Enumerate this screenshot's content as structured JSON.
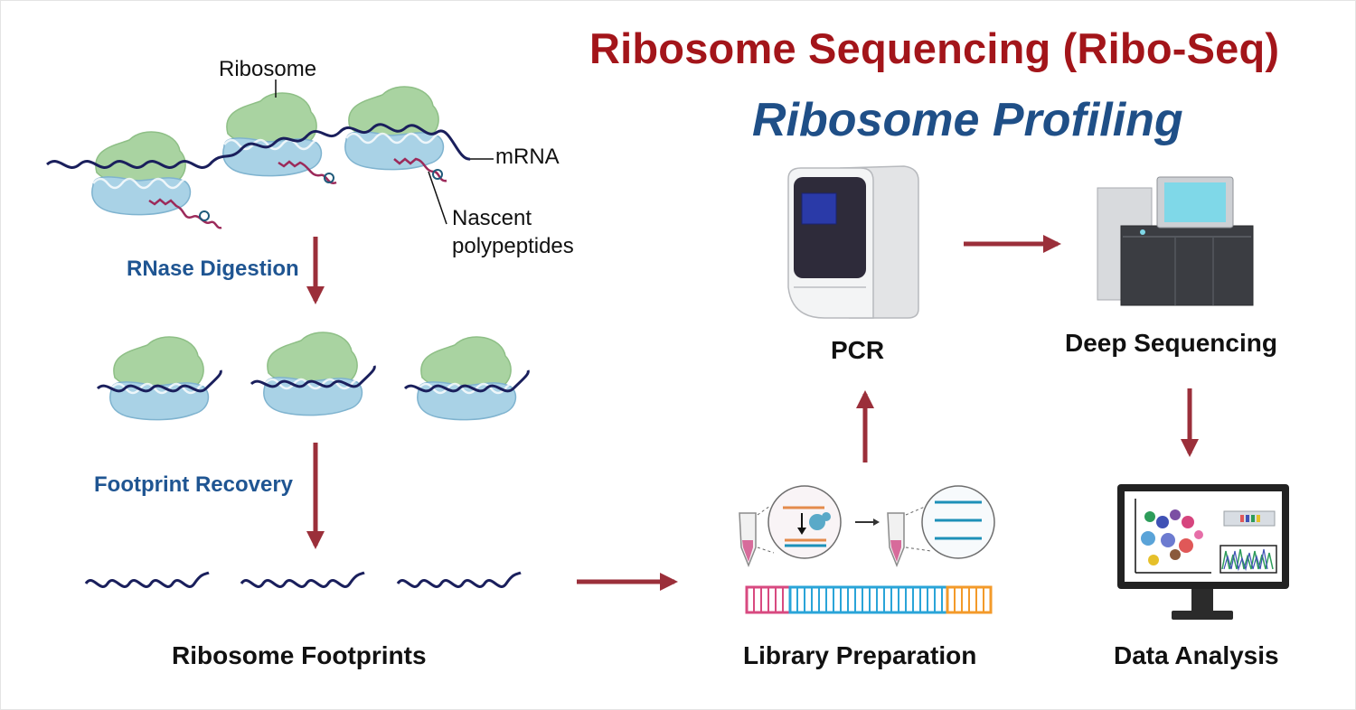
{
  "title": "Ribosome Sequencing (Ribo-Seq)",
  "subtitle": "Ribosome Profiling",
  "labels": {
    "ribosome": "Ribosome",
    "mrna": "mRNA",
    "nascent_line1": "Nascent",
    "nascent_line2": "polypeptides"
  },
  "steps": {
    "rnase_digestion": "RNase Digestion",
    "footprint_recovery": "Footprint Recovery",
    "ribosome_footprints": "Ribosome Footprints",
    "library_preparation": "Library Preparation",
    "pcr": "PCR",
    "deep_sequencing": "Deep Sequencing",
    "data_analysis": "Data Analysis"
  },
  "colors": {
    "title": "#a3151a",
    "subtitle": "#1f4f87",
    "step_label_blue": "#1f5592",
    "arrow": "#9b2f3a",
    "mrna": "#1a1f5c",
    "ribosome_large": "#a9d3a1",
    "ribosome_small": "#a9d2e6",
    "polypeptide": "#9c2a5a"
  },
  "icons": {
    "pcr_machine": "pcr-machine-icon",
    "sequencer": "sequencer-icon",
    "monitor": "data-monitor-icon",
    "tube": "test-tube-icon"
  }
}
